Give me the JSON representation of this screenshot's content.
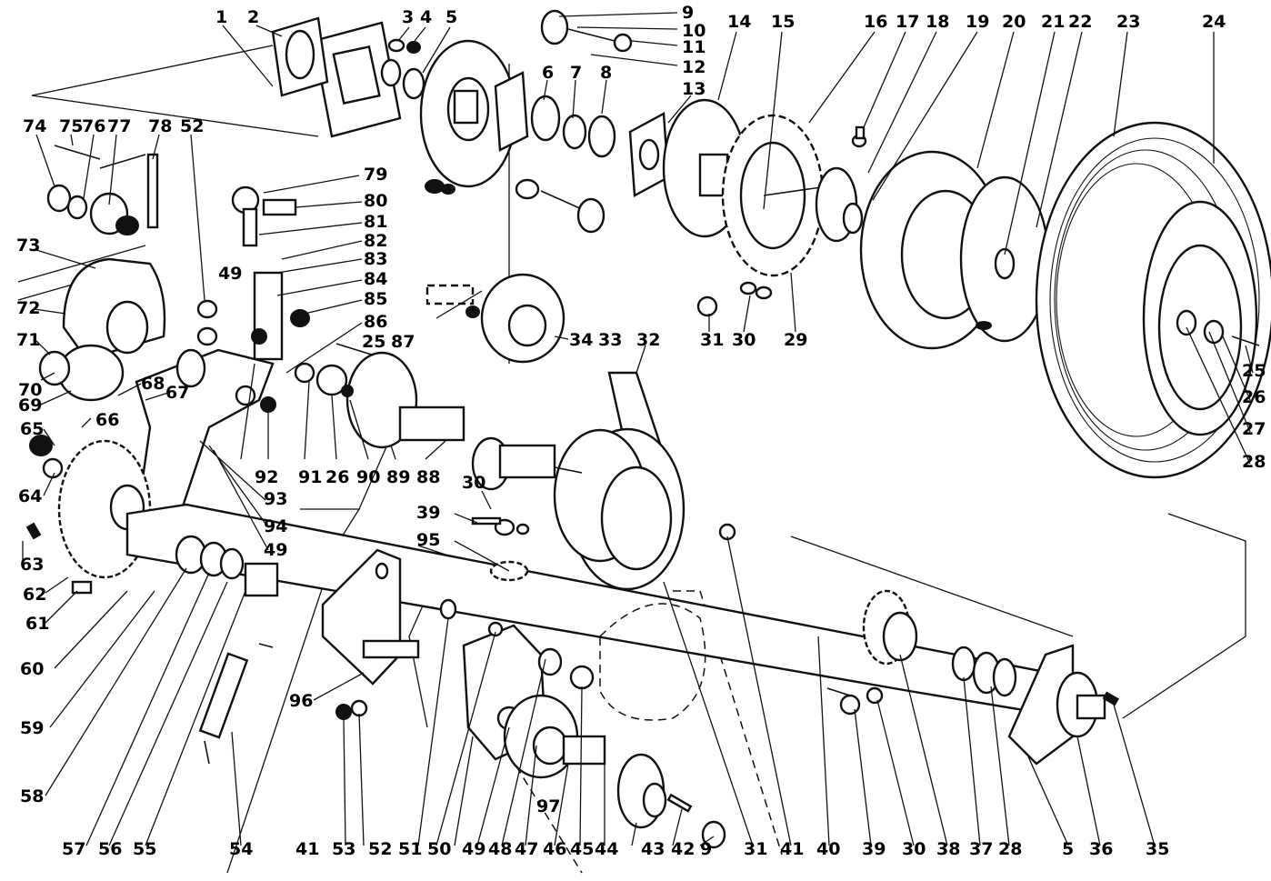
{
  "diagram": {
    "callouts_top": [
      "1",
      "2",
      "3",
      "4",
      "5",
      "9",
      "10",
      "11",
      "12",
      "6",
      "7",
      "8",
      "13",
      "14",
      "15",
      "16",
      "17",
      "18",
      "19",
      "20",
      "21",
      "22",
      "23",
      "24"
    ],
    "callouts_upper_left": [
      "74",
      "75",
      "76",
      "77",
      "78",
      "52",
      "79",
      "80",
      "81",
      "82",
      "83",
      "84",
      "85",
      "86",
      "87",
      "25",
      "73",
      "72",
      "71",
      "70",
      "69",
      "68",
      "67",
      "66",
      "65",
      "64",
      "63",
      "62",
      "61",
      "49",
      "93",
      "94",
      "92",
      "91",
      "26",
      "90",
      "89",
      "88"
    ],
    "callouts_middle": [
      "34",
      "33",
      "32",
      "31",
      "30",
      "29",
      "39",
      "95",
      "30"
    ],
    "callouts_right": [
      "25",
      "26",
      "27",
      "28"
    ],
    "callouts_bottom": [
      "60",
      "59",
      "58",
      "57",
      "56",
      "55",
      "54",
      "96",
      "41",
      "53",
      "52",
      "51",
      "50",
      "49",
      "48",
      "47",
      "46",
      "45",
      "44",
      "43",
      "42",
      "9",
      "31",
      "41",
      "40",
      "39",
      "30",
      "38",
      "37",
      "28",
      "5",
      "36",
      "35",
      "97"
    ]
  }
}
